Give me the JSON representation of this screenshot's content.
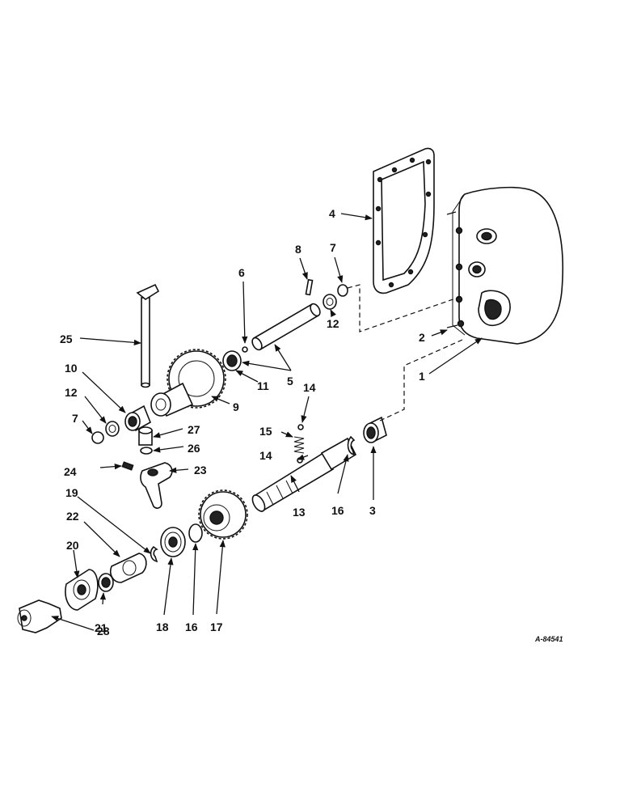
{
  "diagram": {
    "drawing_code": "A-84541",
    "callouts": {
      "c1": "1",
      "c2": "2",
      "c3": "3",
      "c4": "4",
      "c5": "5",
      "c6": "6",
      "c7a": "7",
      "c7b": "7",
      "c8": "8",
      "c9": "9",
      "c10": "10",
      "c11": "11",
      "c12a": "12",
      "c12b": "12",
      "c13": "13",
      "c14a": "14",
      "c14b": "14",
      "c15": "15",
      "c16a": "16",
      "c16b": "16",
      "c17": "17",
      "c18": "18",
      "c19": "19",
      "c20": "20",
      "c21": "21",
      "c22": "22",
      "c23": "23",
      "c24": "24",
      "c25": "25",
      "c26": "26",
      "c27": "27",
      "c28": "28"
    }
  }
}
